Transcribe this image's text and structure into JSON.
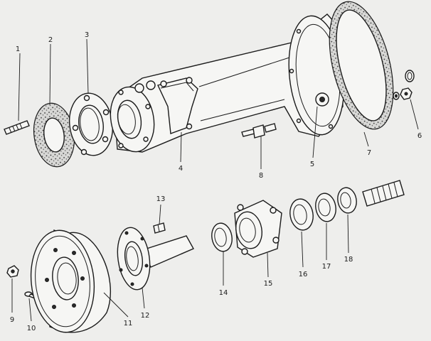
{
  "parts": [
    {
      "id": "p1",
      "label": "1"
    },
    {
      "id": "p2",
      "label": "2"
    },
    {
      "id": "p3",
      "label": "3"
    },
    {
      "id": "p4",
      "label": "4"
    },
    {
      "id": "p5",
      "label": "5"
    },
    {
      "id": "p6",
      "label": "6"
    },
    {
      "id": "p7",
      "label": "7"
    },
    {
      "id": "p8",
      "label": "8"
    },
    {
      "id": "p9",
      "label": "9"
    },
    {
      "id": "p10",
      "label": "10"
    },
    {
      "id": "p11",
      "label": "11"
    },
    {
      "id": "p12",
      "label": "12"
    },
    {
      "id": "p13",
      "label": "13"
    },
    {
      "id": "p14",
      "label": "14"
    },
    {
      "id": "p15",
      "label": "15"
    },
    {
      "id": "p16",
      "label": "16"
    },
    {
      "id": "p17",
      "label": "17"
    },
    {
      "id": "p18",
      "label": "18"
    }
  ]
}
